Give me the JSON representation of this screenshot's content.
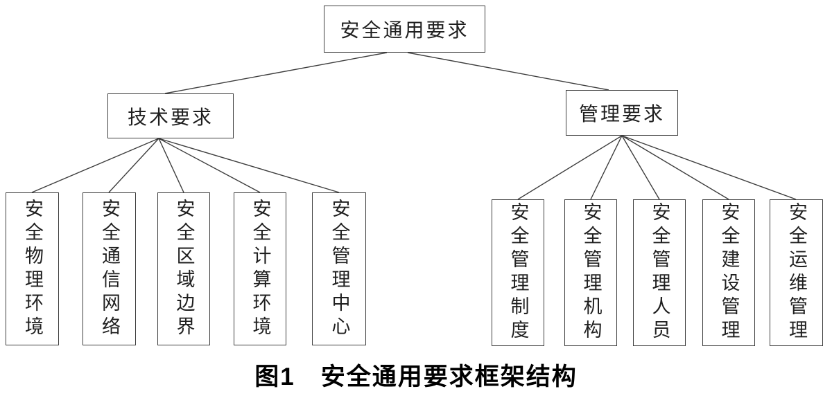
{
  "diagram": {
    "root": {
      "label": "安全通用要求"
    },
    "branches": [
      {
        "label": "技术要求",
        "children": [
          {
            "label": "安全物理环境"
          },
          {
            "label": "安全通信网络"
          },
          {
            "label": "安全区域边界"
          },
          {
            "label": "安全计算环境"
          },
          {
            "label": "安全管理中心"
          }
        ]
      },
      {
        "label": "管理要求",
        "children": [
          {
            "label": "安全管理制度"
          },
          {
            "label": "安全管理机构"
          },
          {
            "label": "安全管理人员"
          },
          {
            "label": "安全建设管理"
          },
          {
            "label": "安全运维管理"
          }
        ]
      }
    ],
    "caption": "图1　安全通用要求框架结构",
    "colors": {
      "ink": "#3d3d3d"
    }
  }
}
